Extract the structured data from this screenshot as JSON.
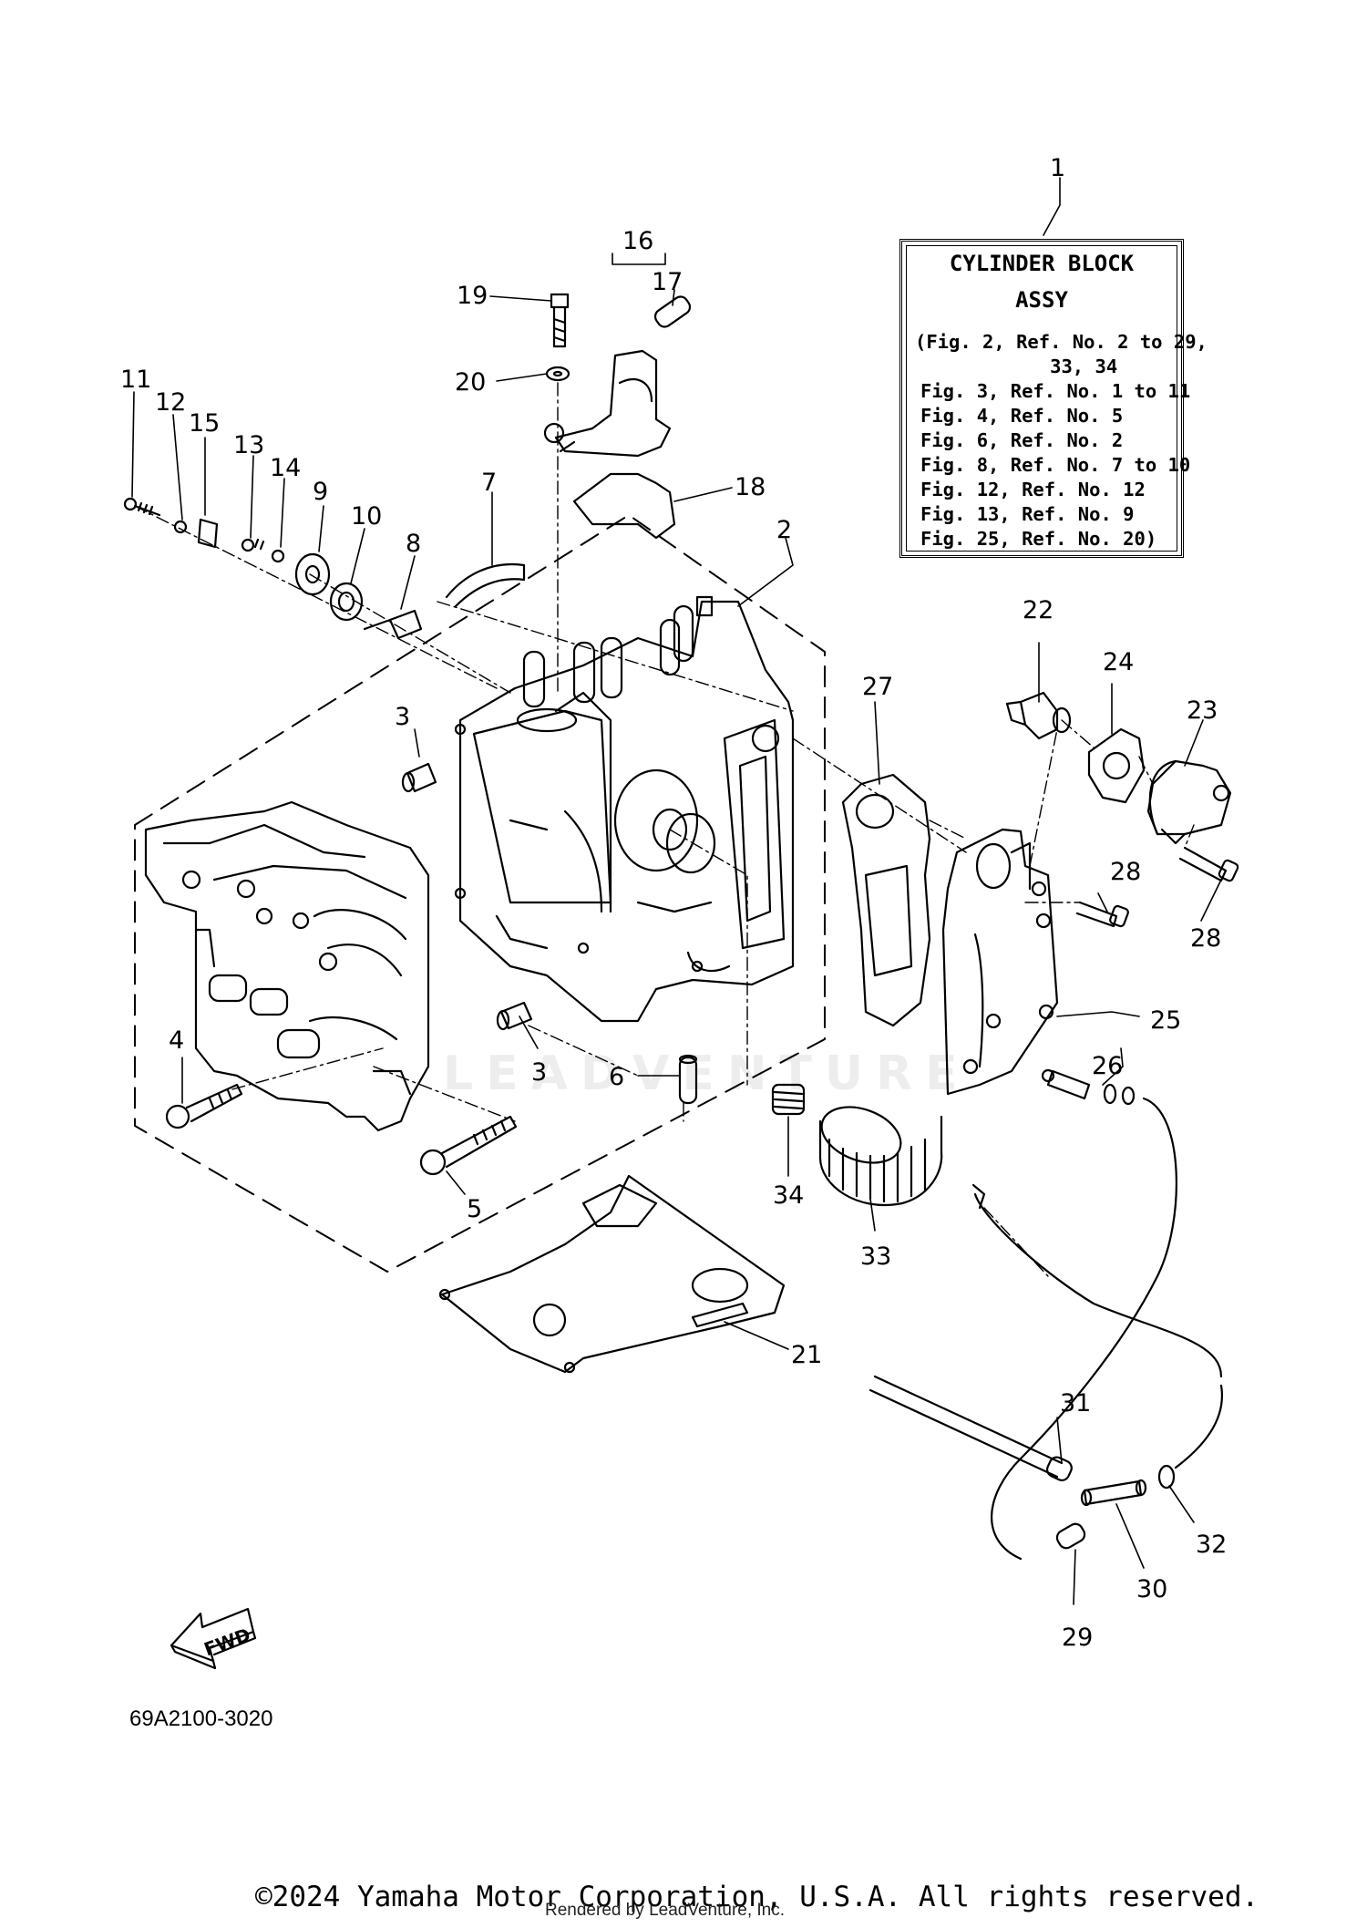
{
  "callout": {
    "ref": "1",
    "title_line1": "CYLINDER BLOCK",
    "title_line2": "ASSY",
    "lines": [
      "(Fig. 2, Ref. No. 2 to 29,",
      "            33, 34",
      "Fig. 3, Ref. No. 1 to 11",
      "Fig. 4, Ref. No. 5",
      "Fig. 6, Ref. No. 2",
      "Fig. 8, Ref. No. 7 to 10",
      "Fig. 12, Ref. No. 12",
      "Fig. 13, Ref. No. 9",
      "Fig. 25, Ref. No. 20)"
    ]
  },
  "part_numbers": [
    "1",
    "2",
    "3",
    "3",
    "4",
    "5",
    "6",
    "7",
    "8",
    "9",
    "10",
    "11",
    "12",
    "13",
    "14",
    "15",
    "16",
    "17",
    "18",
    "19",
    "20",
    "21",
    "22",
    "23",
    "24",
    "25",
    "26",
    "27",
    "28",
    "28",
    "29",
    "30",
    "31",
    "32",
    "33",
    "34"
  ],
  "fwd_label": "FWD",
  "document_code": "69A2100-3020",
  "watermark": "LEADVENTURE",
  "copyright": "©2024 Yamaha Motor Corporation, U.S.A. All rights reserved.",
  "rendered_by": "Rendered by LeadVenture, Inc."
}
